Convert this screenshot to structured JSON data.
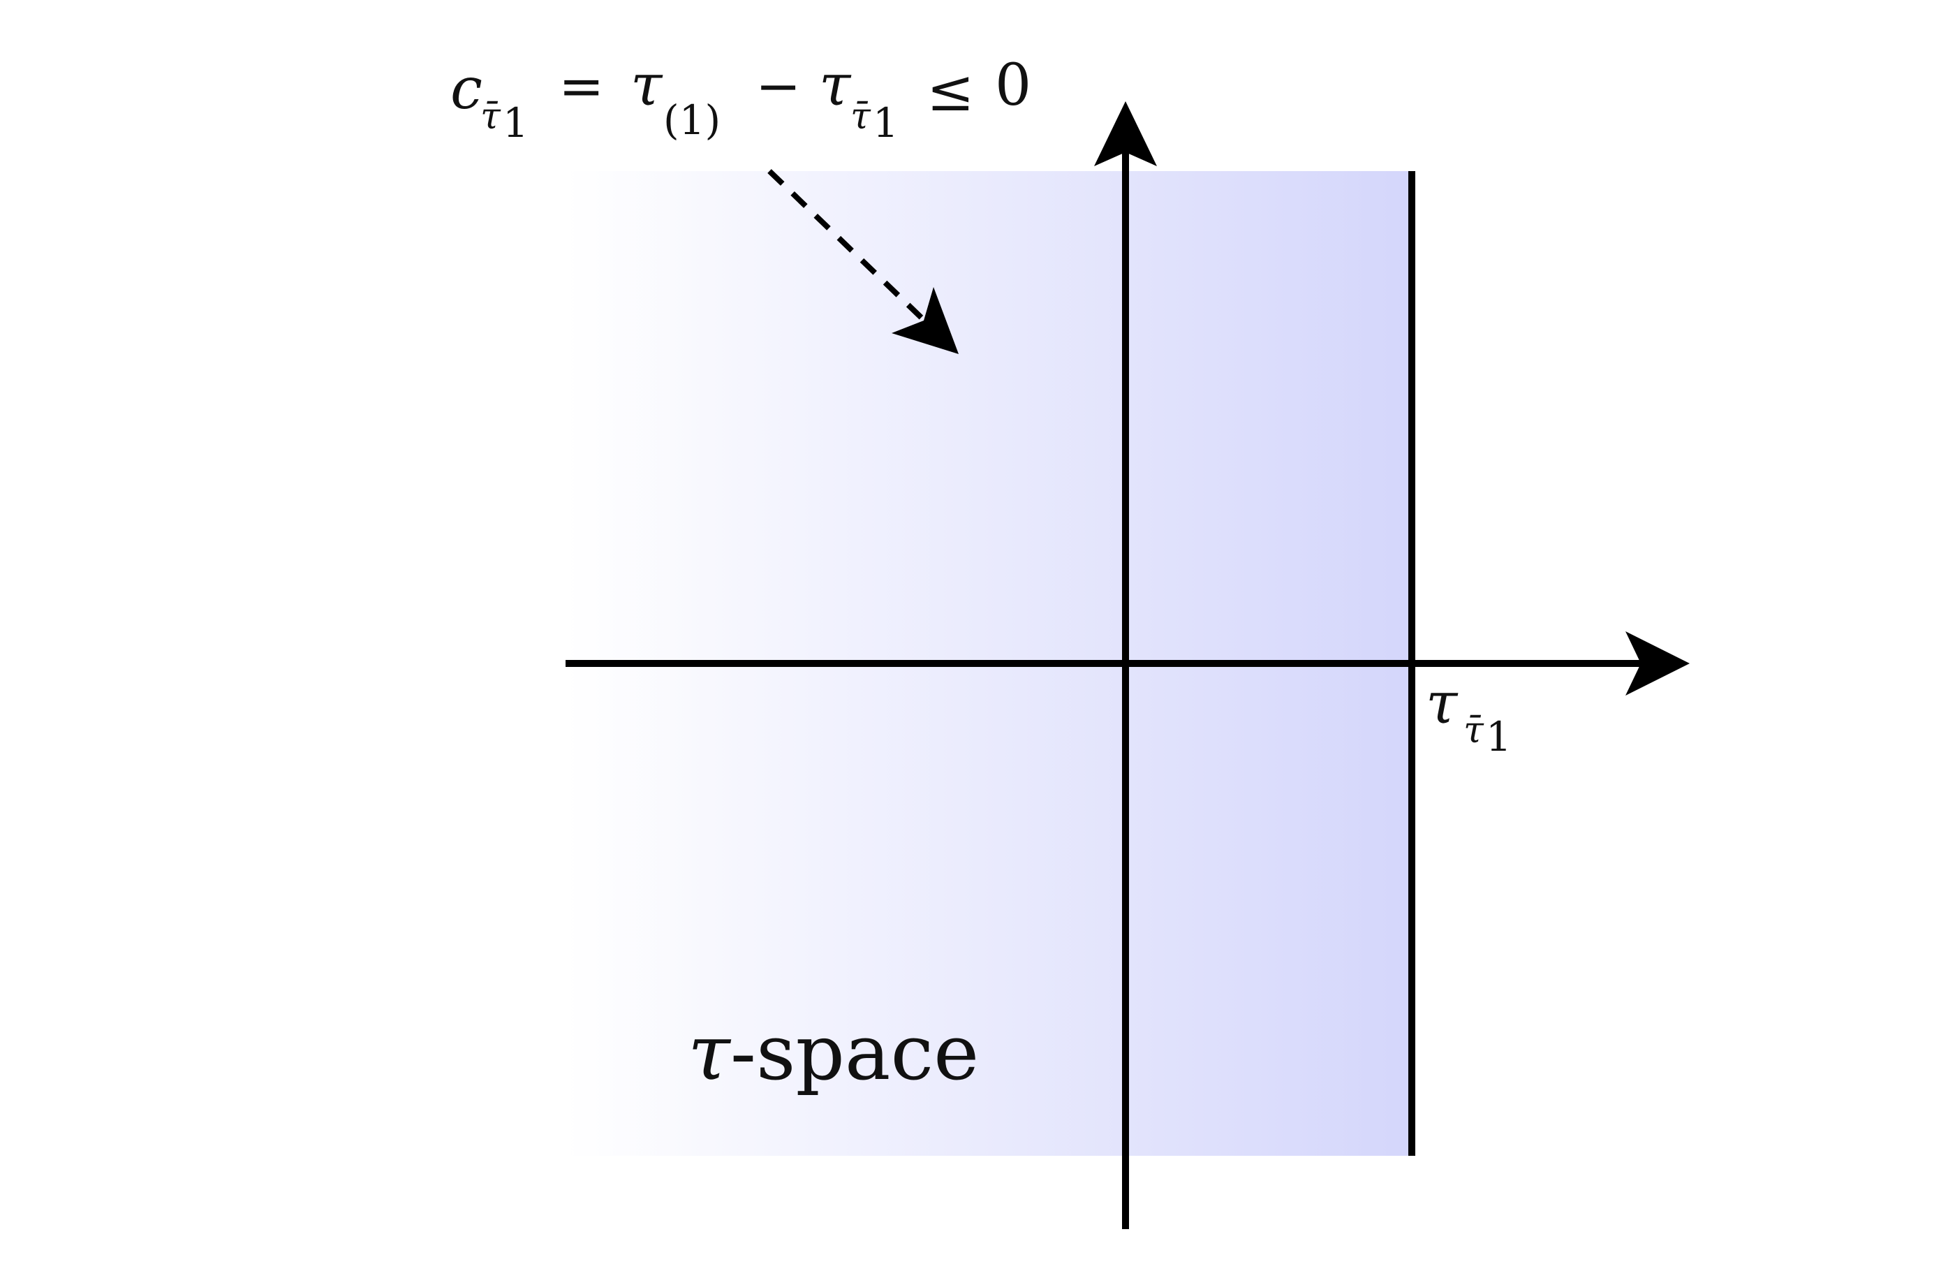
{
  "diagram": {
    "region_label_symbol": "τ",
    "region_label_text": "-space",
    "axis_x_label": {
      "main": "τ",
      "sub": "τ̄",
      "sub_index": "1"
    },
    "constraint": {
      "lhs_main": "c",
      "lhs_sub": "τ̄",
      "lhs_sub_index": "1",
      "eq": "=",
      "t1_main": "τ",
      "t1_sub": "(1)",
      "minus": "−",
      "t2_main": "τ",
      "t2_sub": "τ̄",
      "t2_sub_index": "1",
      "rel": "≤",
      "rhs": "0"
    },
    "colors": {
      "region_start": "#ffffff",
      "region_end": "#d4d6fb",
      "axes": "#000000",
      "boundary": "#000000"
    }
  }
}
